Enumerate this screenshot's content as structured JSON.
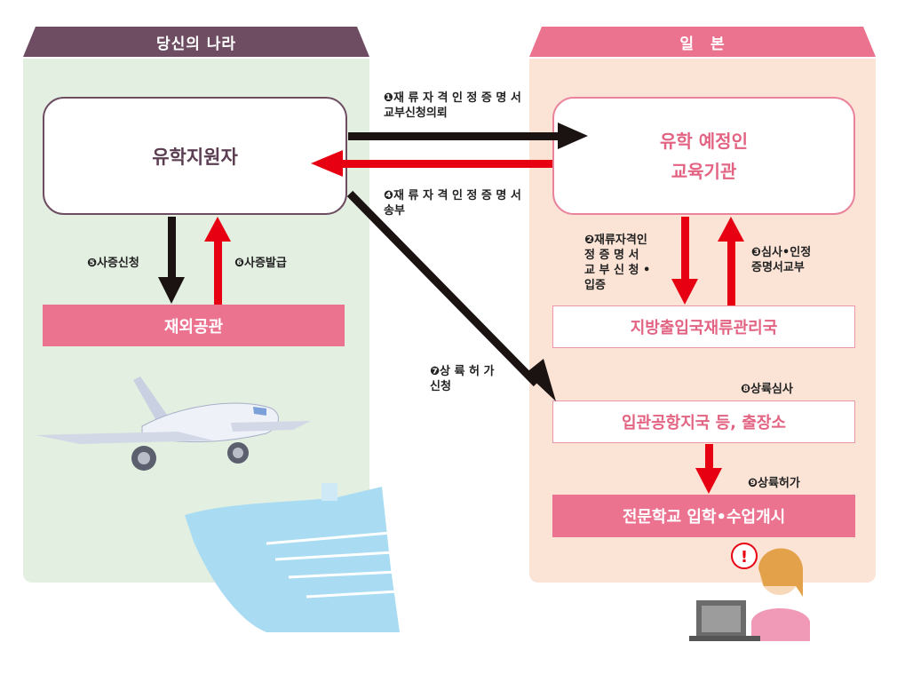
{
  "regions": {
    "home_country": "당신의 나라",
    "japan": "일　본"
  },
  "nodes": {
    "applicant": "유학지원자",
    "school_line1": "유학 예정인",
    "school_line2": "교육기관",
    "embassy": "재외공관",
    "immigration_bureau": "지방출입국재류관리국",
    "airport": "입관공항지국 등, 출장소",
    "school_start": "전문학교 입학•수업개시"
  },
  "steps": {
    "s1": "❶재 류 자 격 인 정 증 명 서\n   교부신청의뢰",
    "s2": "❷재류자격인\n   정 증 명 서\n   교 부 신 청 •\n   입증",
    "s3": "❸심사•인정\n   증명서교부",
    "s4": "❹재 류 자 격 인 정 증 명 서\n   송부",
    "s5": "❺사증신청",
    "s6": "❻사증발급",
    "s7": "❼상 륙 허 가\n      신청",
    "s8": "❽상륙심사",
    "s9": "❾상륙허가"
  },
  "colors": {
    "dark_arrow": "#1b1212",
    "red_arrow": "#e60012",
    "home_tab": "#6e4d62",
    "japan_tab": "#ec7390",
    "home_bg": "#e3efe1",
    "japan_bg": "#fbe3d6"
  }
}
